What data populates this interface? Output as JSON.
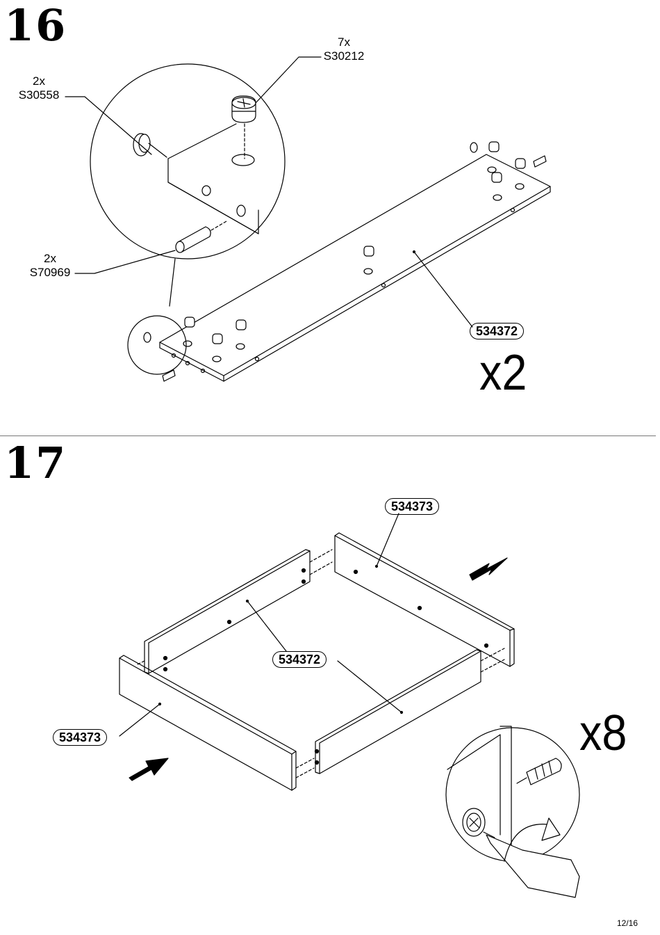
{
  "step16": {
    "number": "16",
    "parts": [
      {
        "qty": "2x",
        "code": "S30558"
      },
      {
        "qty": "7x",
        "code": "S30212"
      },
      {
        "qty": "2x",
        "code": "S70969"
      }
    ],
    "panel_tag": "534372",
    "multiplier": "x2"
  },
  "step17": {
    "number": "17",
    "tag_back": "534373",
    "tag_side": "534372",
    "tag_front": "534373",
    "multiplier": "x8"
  },
  "page": {
    "number": "12/16"
  }
}
